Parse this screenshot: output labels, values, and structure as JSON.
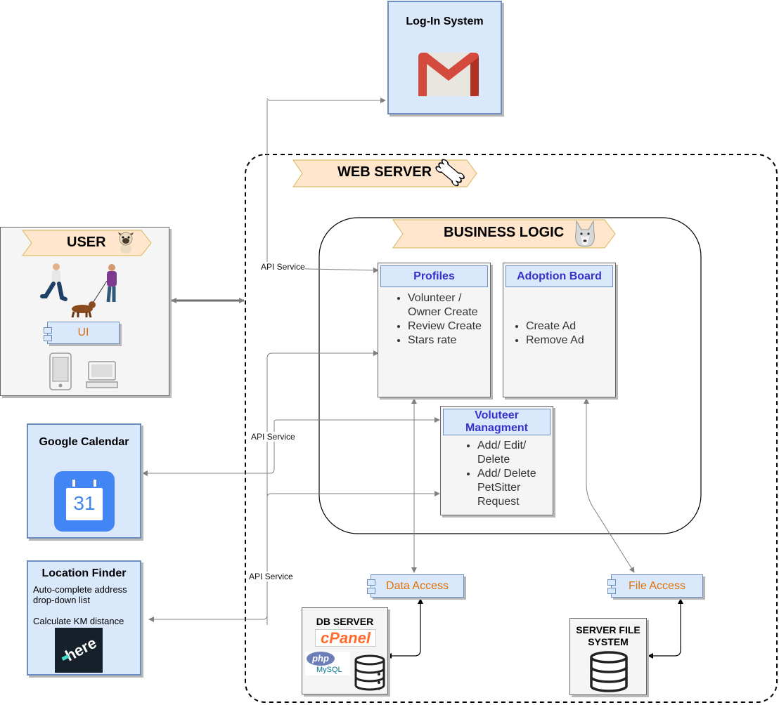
{
  "login": {
    "title": "Log-In System",
    "icon": "gmail-icon"
  },
  "web_server": {
    "label": "WEB SERVER",
    "icon": "bone-icon"
  },
  "business_logic": {
    "label": "BUSINESS LOGIC",
    "icon": "wolf-dog-icon"
  },
  "user": {
    "label": "USER",
    "icon": "pug-icon",
    "ui_label": "UI"
  },
  "profiles": {
    "title": "Profiles",
    "items": [
      "Volunteer / Owner Create",
      "Review Create",
      "Stars rate"
    ]
  },
  "adoption": {
    "title": "Adoption Board",
    "items": [
      "Create Ad",
      "Remove Ad"
    ]
  },
  "volunteer": {
    "title": "Voluteer Managment",
    "items": [
      "Add/ Edit/ Delete",
      "Add/ Delete PetSitter Request"
    ]
  },
  "google_calendar": {
    "title": "Google Calendar",
    "day": "31"
  },
  "location": {
    "title": "Location Finder",
    "line1": "Auto-complete address drop-down list",
    "line2": "Calculate KM distance",
    "logo_text": "here"
  },
  "data_access": "Data Access",
  "file_access": "File Access",
  "db_server": {
    "title": "DB SERVER",
    "cpanel": "cPanel",
    "php": "php",
    "mysql": "MySQL"
  },
  "file_system": {
    "title": "SERVER FILE SYSTEM"
  },
  "api_labels": [
    "API Service",
    "API Service",
    "API Service"
  ],
  "colors": {
    "blue_fill": "#dae8fc",
    "blue_border": "#6c8ebf",
    "banner_fill": "#ffe6cc",
    "link_orange": "#e07000",
    "header_text": "#3333cc"
  }
}
